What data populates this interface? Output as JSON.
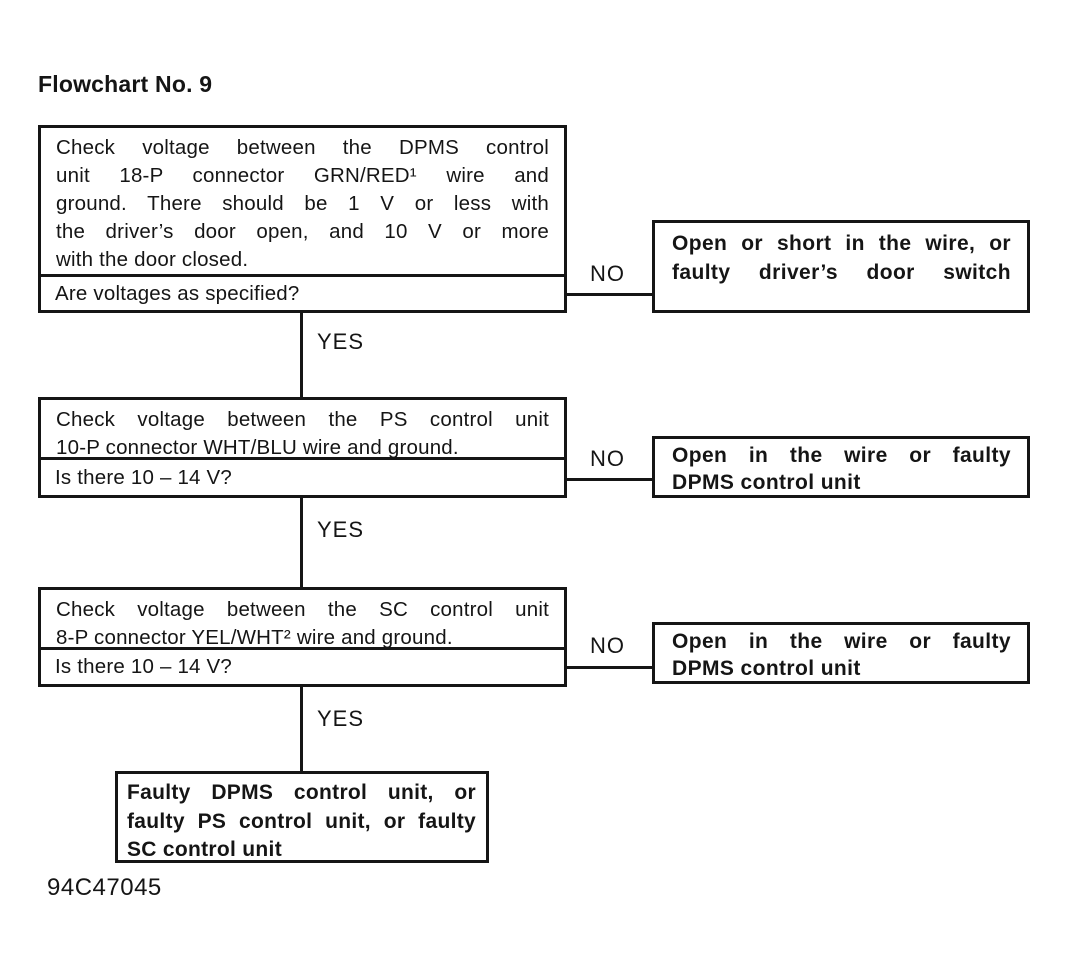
{
  "title": "Flowchart No. 9",
  "labels": {
    "yes": "YES",
    "no": "NO"
  },
  "colors": {
    "ink": "#151515",
    "paper": "#ffffff"
  },
  "steps": [
    {
      "instruction_lines": [
        "Check voltage between the DPMS control",
        "unit 18-P connector GRN/RED¹ wire and",
        "ground. There should be 1 V or less with",
        "the driver’s door open, and 10 V or more",
        "with the door closed."
      ],
      "question": "Are voltages as specified?",
      "no_result_lines": [
        "Open or short in the wire, or",
        "faulty driver’s door switch"
      ]
    },
    {
      "instruction_lines": [
        "Check voltage between the PS control unit",
        "10-P connector WHT/BLU wire and ground."
      ],
      "question": "Is there 10 – 14 V?",
      "no_result_lines": [
        "Open in the wire or faulty",
        "DPMS control unit"
      ]
    },
    {
      "instruction_lines": [
        "Check voltage between the SC control unit",
        "8-P connector YEL/WHT² wire and ground.",
        ""
      ],
      "question": "Is there 10 – 14 V?",
      "no_result_lines": [
        "Open in the wire or faulty",
        "DPMS control unit"
      ]
    }
  ],
  "final_result_lines": [
    "Faulty DPMS control unit, or",
    "faulty PS control unit, or faulty",
    "SC control unit"
  ],
  "footer_code": "94C47045"
}
